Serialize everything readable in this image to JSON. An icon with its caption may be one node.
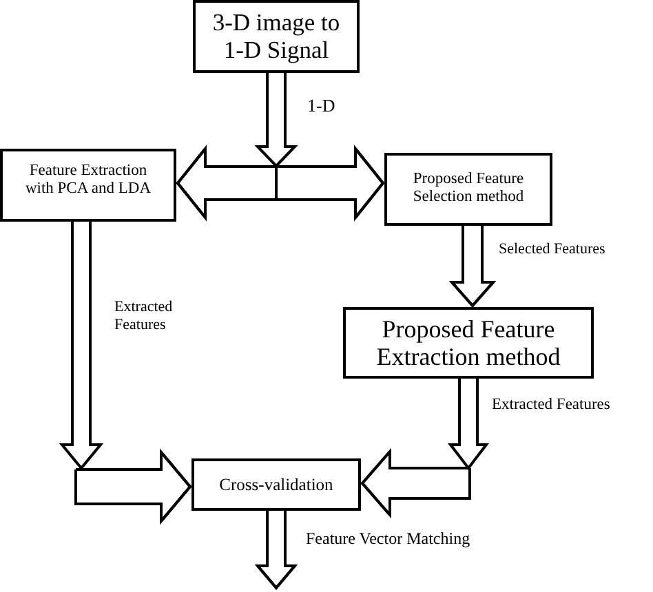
{
  "diagram": {
    "nodes": [
      {
        "text": [
          "3-D image to 1-D Signal"
        ]
      },
      {
        "text": [
          "Feature Extraction with PCA and LDA"
        ]
      },
      {
        "text": [
          "Proposed Feature Selection method"
        ]
      },
      {
        "text": [
          "Proposed Feature Extraction method"
        ]
      },
      {
        "text": [
          "Cross-validation"
        ]
      }
    ],
    "edges": [
      {
        "from": 0,
        "to": 1,
        "arrow": "to",
        "label": "1-D"
      },
      {
        "from": 0,
        "to": 2,
        "arrow": "to"
      },
      {
        "from": 2,
        "to": 3,
        "arrow": "to",
        "label": "Selected Features"
      },
      {
        "from": 1,
        "to": 4,
        "arrow": "to",
        "label": "Extracted Features"
      },
      {
        "from": 3,
        "to": 4,
        "arrow": "to",
        "label": "Extracted Features"
      },
      {
        "from": 4,
        "to": null,
        "arrow": "to",
        "label": "Feature Vector Matching"
      }
    ]
  }
}
